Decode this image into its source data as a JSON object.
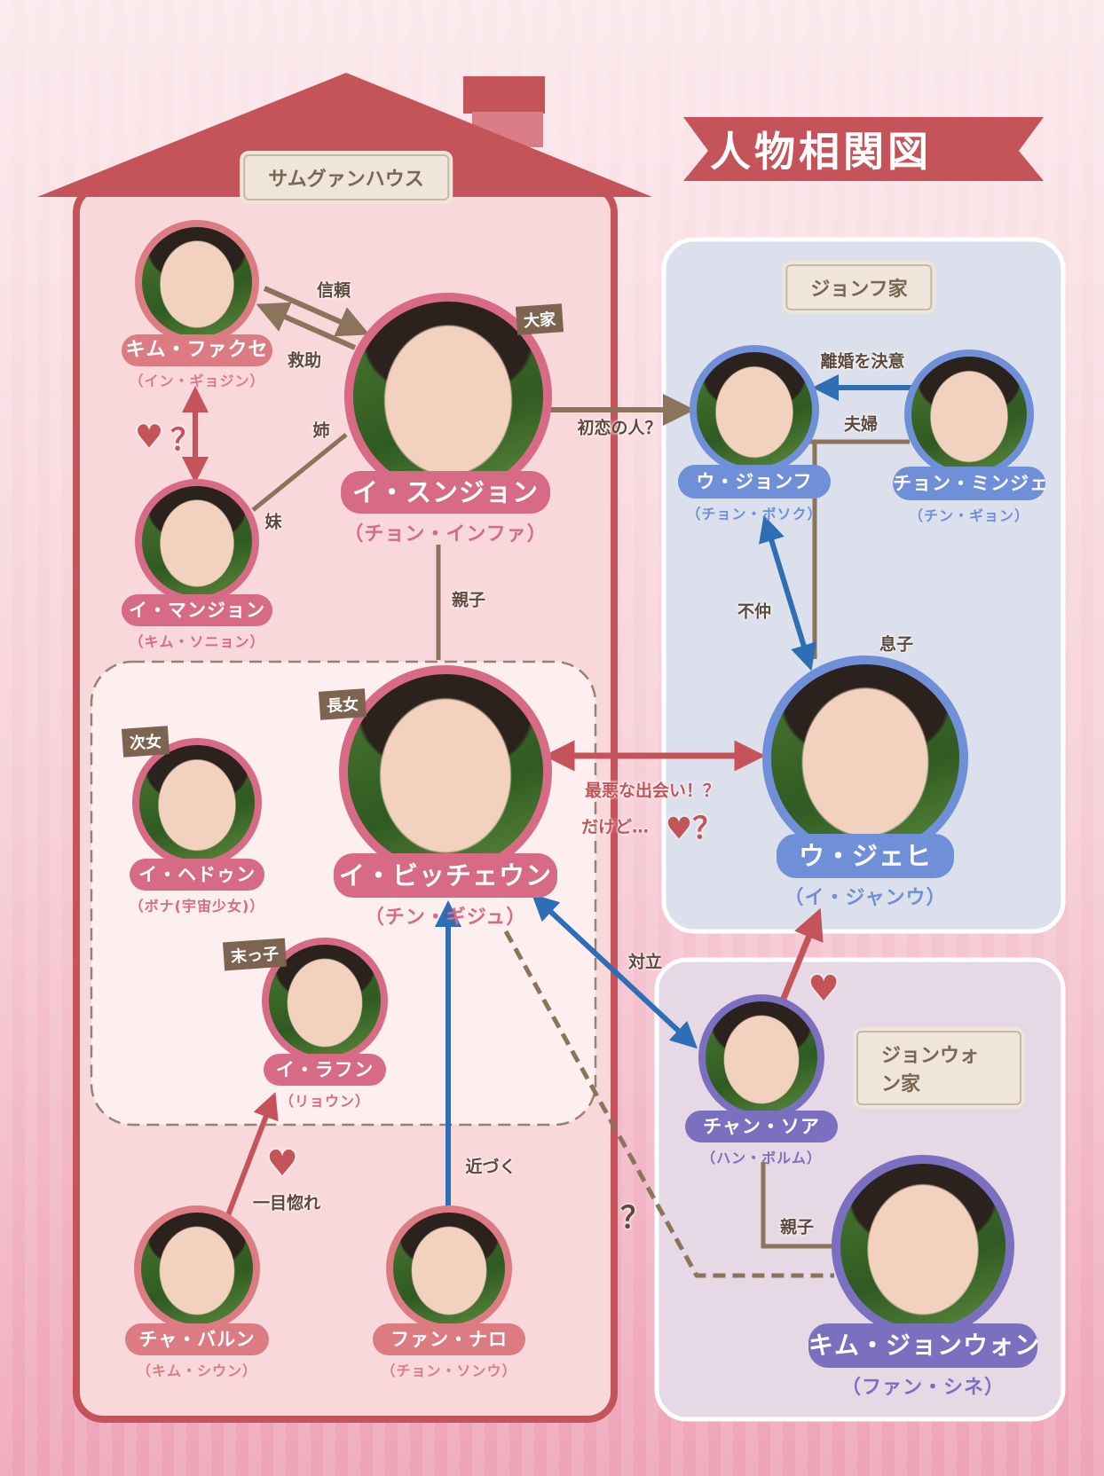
{
  "title": "人物相関図",
  "groups": {
    "house": "サムグァンハウス",
    "jonghu_family": "ジョンフ家",
    "jongwon_family": "ジョンウォン家"
  },
  "characters": [
    {
      "role": "キム・ファクセ",
      "actor": "（イン・ギョジン）"
    },
    {
      "role": "イ・スンジョン",
      "actor": "（チョン・インファ）",
      "badge": "大家"
    },
    {
      "role": "イ・マンジョン",
      "actor": "（キム・ソニョン）"
    },
    {
      "role": "ウ・ジョンフ",
      "actor": "（チョン・ボソク）"
    },
    {
      "role": "チョン・ミンジェ",
      "actor": "（チン・ギョン）"
    },
    {
      "role": "ウ・ジェヒ",
      "actor": "（イ・ジャンウ）"
    },
    {
      "role": "イ・ビッチェウン",
      "actor": "（チン・ギジュ）",
      "badge": "長女"
    },
    {
      "role": "イ・ヘドゥン",
      "actor": "（ボナ(宇宙少女)）",
      "badge": "次女"
    },
    {
      "role": "イ・ラフン",
      "actor": "（リョウン）",
      "badge": "末っ子"
    },
    {
      "role": "チャン・ソア",
      "actor": "（ハン・ボルム）"
    },
    {
      "role": "キム・ジョンウォン",
      "actor": "（ファン・シネ）"
    },
    {
      "role": "チャ・バルン",
      "actor": "（キム・シウン）"
    },
    {
      "role": "ファン・ナロ",
      "actor": "（チョン・ソンウ）"
    }
  ],
  "relations": {
    "trust": "信頼",
    "rescue": "救助",
    "older_sister": "姉",
    "younger_sister": "妹",
    "first_love": "初恋の人？",
    "divorce": "離婚を決意",
    "couple": "夫婦",
    "parent_child": "親子",
    "bad_terms": "不仲",
    "son": "息子",
    "worst_meeting": "最悪な出会い！？",
    "but": "だけど…",
    "conflict": "対立",
    "approach": "近づく",
    "love_at_first_sight": "一目惚れ",
    "parent_child2": "親子",
    "question": "？",
    "heart": "♥"
  },
  "colors": {
    "house": "#c4545a",
    "pink_node": "#dc7c82",
    "main_node": "#d76a85",
    "blue_node": "#6f8fd8",
    "purple_node": "#7b6fc0",
    "brown_line": "#8c735c",
    "blue_arrow": "#2e6eb5"
  }
}
